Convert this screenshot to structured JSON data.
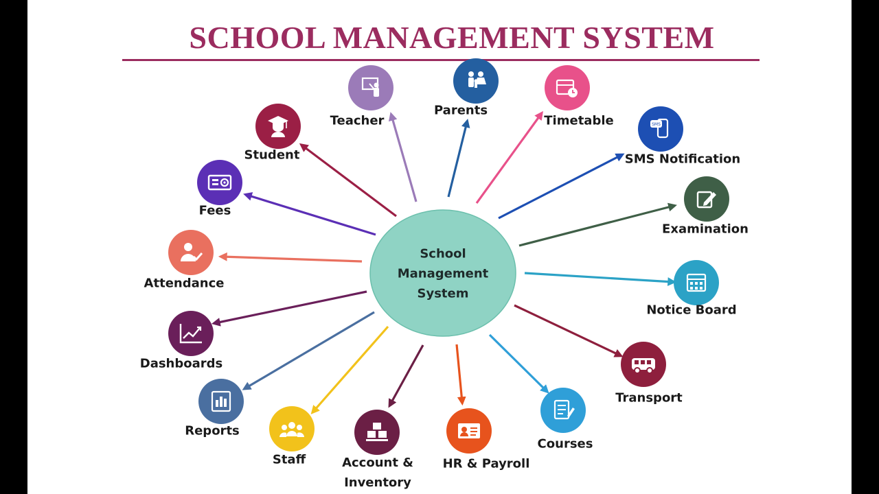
{
  "title": "SCHOOL MANAGEMENT SYSTEM",
  "center": {
    "lines": [
      "School",
      "Management",
      "System"
    ],
    "fill": "#8fd3c4",
    "stroke": "#6bbfac"
  },
  "modules": [
    {
      "id": "teacher",
      "label": "Teacher",
      "color": "#9b7bb8",
      "icon": "teacher-board-icon"
    },
    {
      "id": "parents",
      "label": "Parents",
      "color": "#245fa0",
      "icon": "family-icon"
    },
    {
      "id": "timetable",
      "label": "Timetable",
      "color": "#e8518a",
      "icon": "calendar-clock-icon"
    },
    {
      "id": "sms",
      "label": "SMS Notification",
      "color": "#1d4fb3",
      "icon": "sms-phone-icon"
    },
    {
      "id": "examination",
      "label": "Examination",
      "color": "#3f5f47",
      "icon": "edit-icon"
    },
    {
      "id": "notice",
      "label": "Notice Board",
      "color": "#2ba2c6",
      "icon": "calendar-icon"
    },
    {
      "id": "transport",
      "label": "Transport",
      "color": "#8e1f3d",
      "icon": "bus-icon"
    },
    {
      "id": "courses",
      "label": "Courses",
      "color": "#2f9fd8",
      "icon": "document-pen-icon"
    },
    {
      "id": "hr",
      "label": "HR & Payroll",
      "color": "#e7531d",
      "icon": "id-card-icon"
    },
    {
      "id": "account",
      "label": [
        "Account &",
        "Inventory"
      ],
      "color": "#6b1f45",
      "icon": "boxes-icon"
    },
    {
      "id": "staff",
      "label": "Staff",
      "color": "#f2c21b",
      "icon": "group-icon"
    },
    {
      "id": "reports",
      "label": "Reports",
      "color": "#4a6fa0",
      "icon": "report-icon"
    },
    {
      "id": "dashboards",
      "label": "Dashboards",
      "color": "#6a1f5a",
      "icon": "trend-chart-icon"
    },
    {
      "id": "attendance",
      "label": "Attendance",
      "color": "#e9705f",
      "icon": "person-check-icon"
    },
    {
      "id": "fees",
      "label": "Fees",
      "color": "#5b2fb5",
      "icon": "receipt-icon"
    },
    {
      "id": "student",
      "label": "Student",
      "color": "#9b1f45",
      "icon": "graduate-icon"
    }
  ]
}
